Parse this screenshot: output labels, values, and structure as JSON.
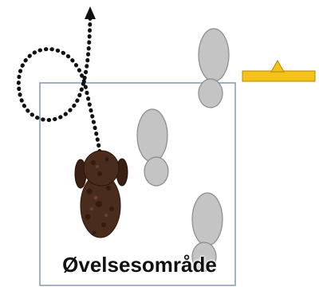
{
  "area": {
    "label": "Øvelsesområde",
    "border_color": "#8c9db8"
  },
  "colors": {
    "footprint_fill": "#c4c4c4",
    "footprint_stroke": "#8a8a8a",
    "dog_fill": "#4a2c1c",
    "dog_spots": "#2c160c",
    "path_color": "#111111",
    "marker_fill": "#f4c21a",
    "marker_stroke": "#b58a00"
  },
  "icons": {
    "dog": "dog-topview-icon",
    "path": "dotted-trail-arrow",
    "marker": "start-marker-flag",
    "footprints": "footprint-icon"
  }
}
